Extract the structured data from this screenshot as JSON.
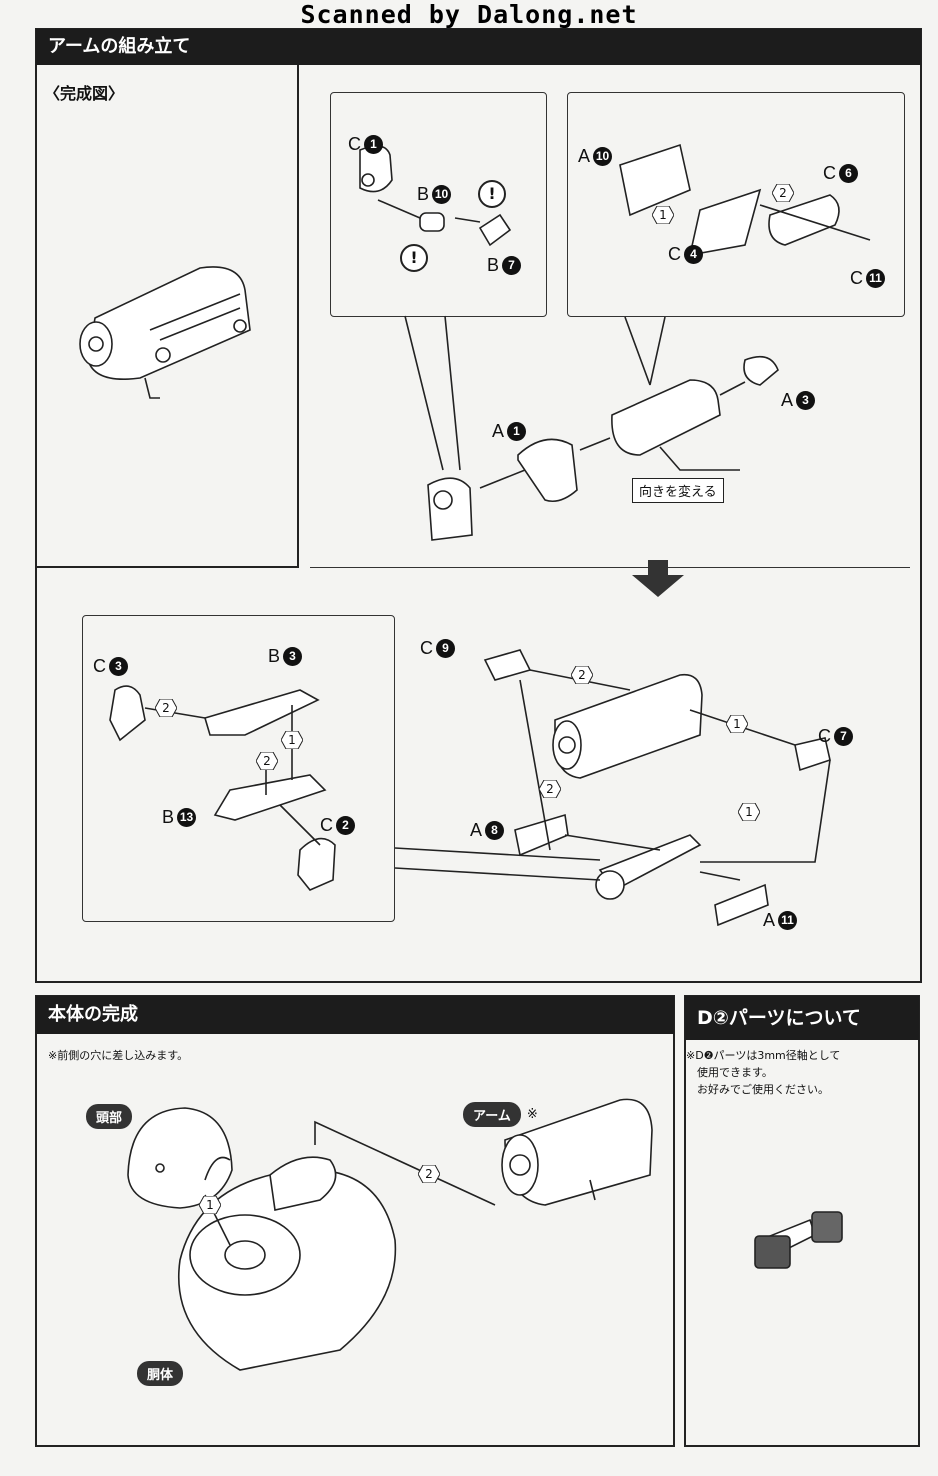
{
  "header": {
    "scan_credit": "Scanned by Dalong.net"
  },
  "arm_section": {
    "title": "アームの組み立て",
    "completed_label": "〈完成図〉",
    "sub1_labels": {
      "c1": [
        "C",
        "1"
      ],
      "b10": [
        "B",
        "10"
      ],
      "b7": [
        "B",
        "7"
      ]
    },
    "sub2_labels": {
      "a10": [
        "A",
        "10"
      ],
      "c6": [
        "C",
        "6"
      ],
      "c4": [
        "C",
        "4"
      ],
      "c11": [
        "C",
        "11"
      ]
    },
    "main_labels": {
      "a1": [
        "A",
        "1"
      ],
      "a3": [
        "A",
        "3"
      ]
    },
    "direction_note": "向きを変える",
    "stage2_box_labels": {
      "c3": [
        "C",
        "3"
      ],
      "b3": [
        "B",
        "3"
      ],
      "b13": [
        "B",
        "13"
      ],
      "c2": [
        "C",
        "2"
      ]
    },
    "stage2_right_labels": {
      "c9": [
        "C",
        "9"
      ],
      "c7": [
        "C",
        "7"
      ],
      "a8": [
        "A",
        "8"
      ],
      "a11": [
        "A",
        "11"
      ]
    },
    "steps": [
      "1",
      "2"
    ]
  },
  "body_section": {
    "title": "本体の完成",
    "note": "※前側の穴に差し込みます。",
    "head_label": "頭部",
    "arm_label": "アーム",
    "arm_mark": "※",
    "torso_label": "胴体"
  },
  "d2_section": {
    "title": "D②パーツについて",
    "note": "※D❷パーツは3mm径軸として\n　使用できます。\n　お好みでご使用ください。"
  },
  "colors": {
    "bar": "#1c1c1c",
    "line": "#222222",
    "page": "#f4f4f2"
  }
}
